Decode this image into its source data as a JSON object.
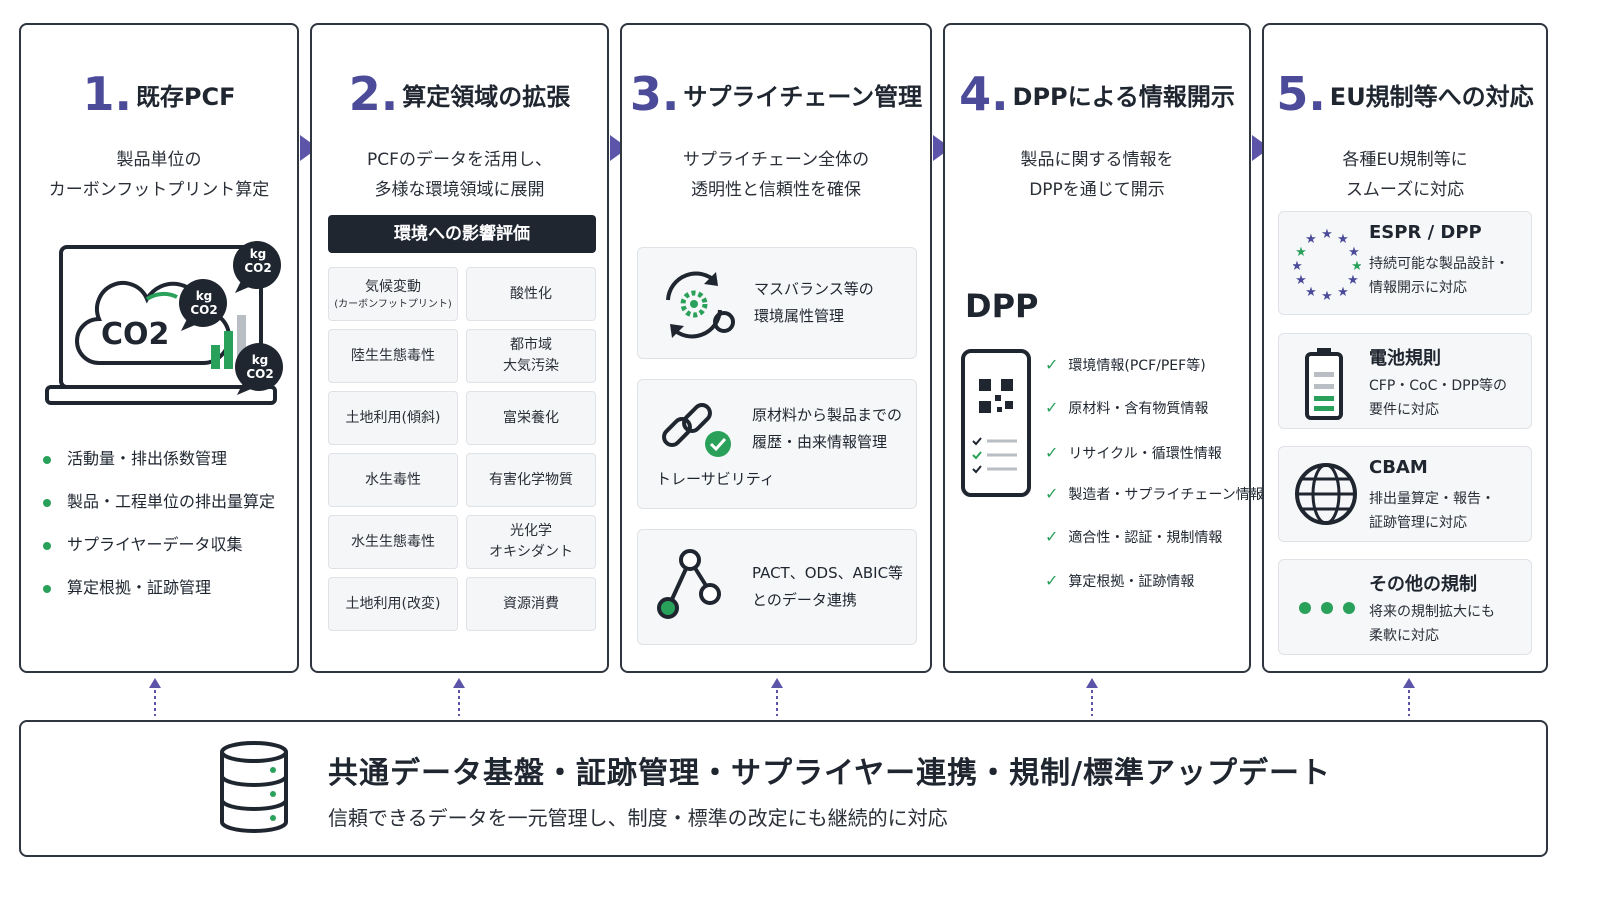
{
  "panels": [
    {
      "num": "1.",
      "title": "既存PCF",
      "subtitle_lines": [
        "製品単位の",
        "カーボンフットプリント算定"
      ]
    },
    {
      "num": "2.",
      "title": "算定領域の拡張",
      "subtitle_lines": [
        "PCFのデータを活用し、",
        "多様な環境領域に展開"
      ]
    },
    {
      "num": "3.",
      "title": "サプライチェーン管理",
      "subtitle_lines": [
        "サプライチェーン全体の",
        "透明性と信頼性を確保"
      ]
    },
    {
      "num": "4.",
      "title": "DPPによる情報開示",
      "subtitle_lines": [
        "製品に関する情報を",
        "DPPを通じて開示"
      ]
    },
    {
      "num": "5.",
      "title": "EU規制等への対応",
      "subtitle_lines": [
        "各種EU規制等に",
        "スムーズに対応"
      ]
    }
  ],
  "panel1": {
    "co2_label": "CO2",
    "bubble_kg": "kg",
    "bubble_co2": "CO2",
    "bullets": [
      "活動量・排出係数管理",
      "製品・工程単位の排出量算定",
      "サプライヤーデータ収集",
      "算定根拠・証跡管理"
    ]
  },
  "panel2": {
    "header": "環境への影響評価",
    "cells": [
      {
        "line1": "気候変動",
        "line2": "(カーボンフットプリント)"
      },
      {
        "line1": "酸性化",
        "line2": ""
      },
      {
        "line1": "陸生生態毒性",
        "line2": ""
      },
      {
        "line1": "都市域",
        "line2": "大気汚染"
      },
      {
        "line1": "土地利用(傾斜)",
        "line2": ""
      },
      {
        "line1": "富栄養化",
        "line2": ""
      },
      {
        "line1": "水生毒性",
        "line2": ""
      },
      {
        "line1": "有害化学物質",
        "line2": ""
      },
      {
        "line1": "水生生態毒性",
        "line2": ""
      },
      {
        "line1": "光化学",
        "line2": "オキシダント"
      },
      {
        "line1": "土地利用(改変)",
        "line2": ""
      },
      {
        "line1": "資源消費",
        "line2": ""
      }
    ]
  },
  "panel3": {
    "boxes": [
      {
        "lines": [
          "マスバランス等の",
          "環境属性管理"
        ]
      },
      {
        "lines": [
          "原材料から製品までの",
          "履歴・由来情報管理"
        ],
        "caption": "トレーサビリティ"
      },
      {
        "lines": [
          "PACT、ODS、ABIC等",
          "とのデータ連携"
        ]
      }
    ]
  },
  "panel4": {
    "dpp_label": "DPP",
    "checks": [
      "環境情報(PCF/PEF等)",
      "原材料・含有物質情報",
      "リサイクル・循環性情報",
      "製造者・サプライチェーン情報",
      "適合性・認証・規制情報",
      "算定根拠・証跡情報"
    ]
  },
  "panel5": {
    "items": [
      {
        "title": "ESPR / DPP",
        "desc": [
          "持続可能な製品設計・",
          "情報開示に対応"
        ],
        "icon": "eu-stars-icon"
      },
      {
        "title": "電池規則",
        "desc": [
          "CFP・CoC・DPP等の",
          "要件に対応"
        ],
        "icon": "battery-icon"
      },
      {
        "title": "CBAM",
        "desc": [
          "排出量算定・報告・",
          "証跡管理に対応"
        ],
        "icon": "globe-icon"
      },
      {
        "title": "その他の規制",
        "desc": [
          "将来の規制拡大にも",
          "柔軟に対応"
        ],
        "icon": "dots-icon"
      }
    ]
  },
  "base": {
    "title": "共通データ基盤・証跡管理・サプライヤー連携・規制/標準アップデート",
    "subtitle": "信頼できるデータを一元管理し、制度・標準の改定にも継続的に対応"
  },
  "colors": {
    "accent": "#5b54a8",
    "green": "#2aa15a",
    "dark": "#1f2630"
  }
}
